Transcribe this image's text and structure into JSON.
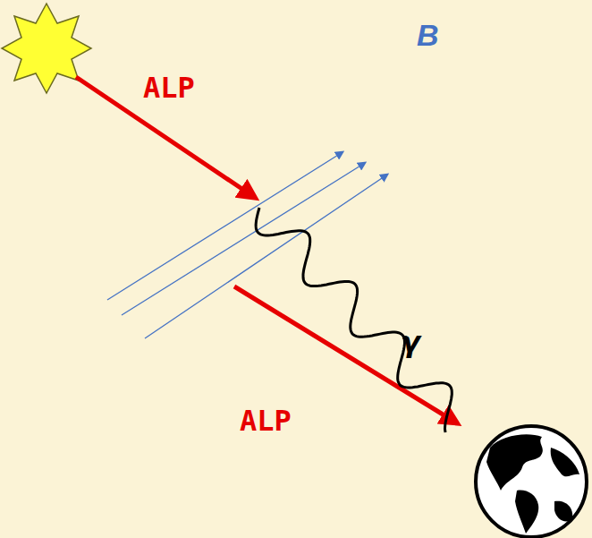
{
  "diagram": {
    "labels": [
      "ALP",
      "B",
      "γ",
      "ALP"
    ]
  }
}
